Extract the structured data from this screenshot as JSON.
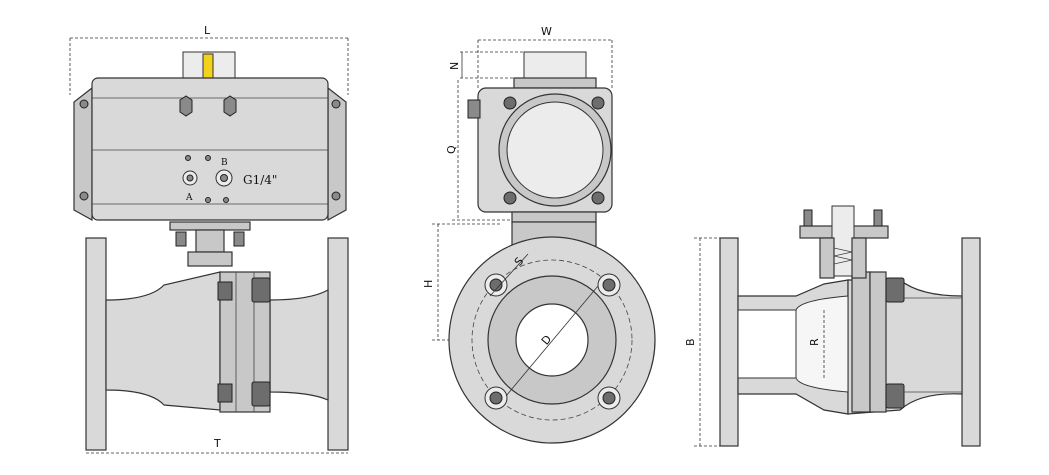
{
  "labels": {
    "L": "L",
    "T": "T",
    "W": "W",
    "N": "N",
    "Q": "Q",
    "H": "H",
    "S": "S",
    "D": "D",
    "B": "B",
    "R": "R",
    "port_a": "A",
    "port_b": "B",
    "thread": "G1/4\""
  },
  "colors": {
    "indicator": "#f2d21b",
    "metal": "#d9d9d9",
    "outline": "#333333"
  }
}
